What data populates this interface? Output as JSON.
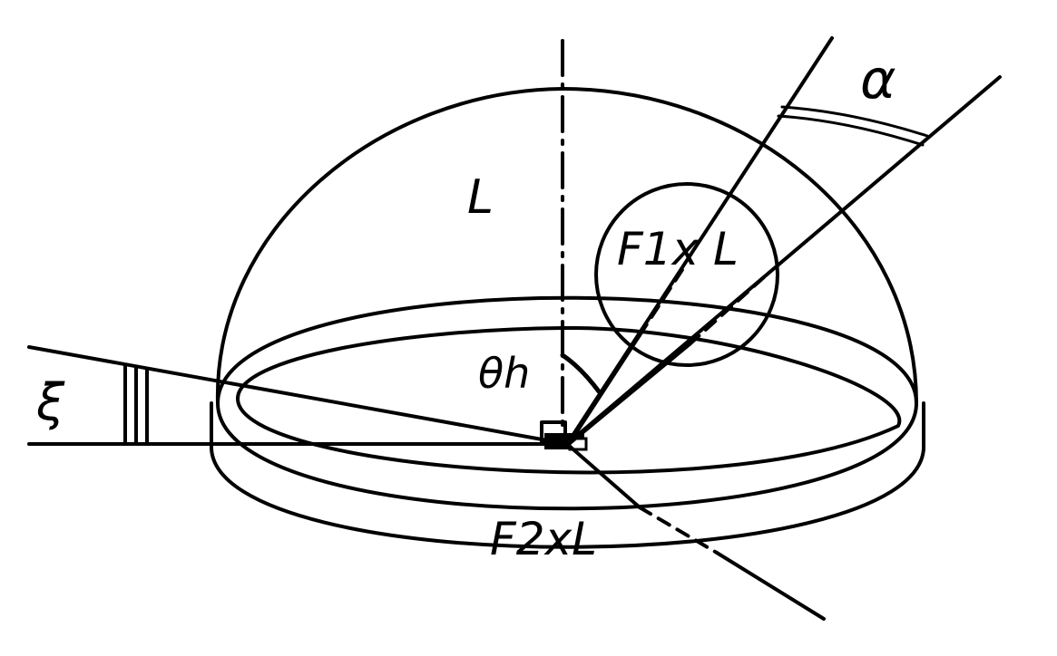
{
  "figure": {
    "labels": {
      "L": "L",
      "f1xl": "F1x L",
      "theta_h": "θh",
      "alpha": "α",
      "xi": "ξ",
      "f2xl": "F2xL"
    },
    "ink_color": "#000000",
    "background_color": "#ffffff"
  }
}
